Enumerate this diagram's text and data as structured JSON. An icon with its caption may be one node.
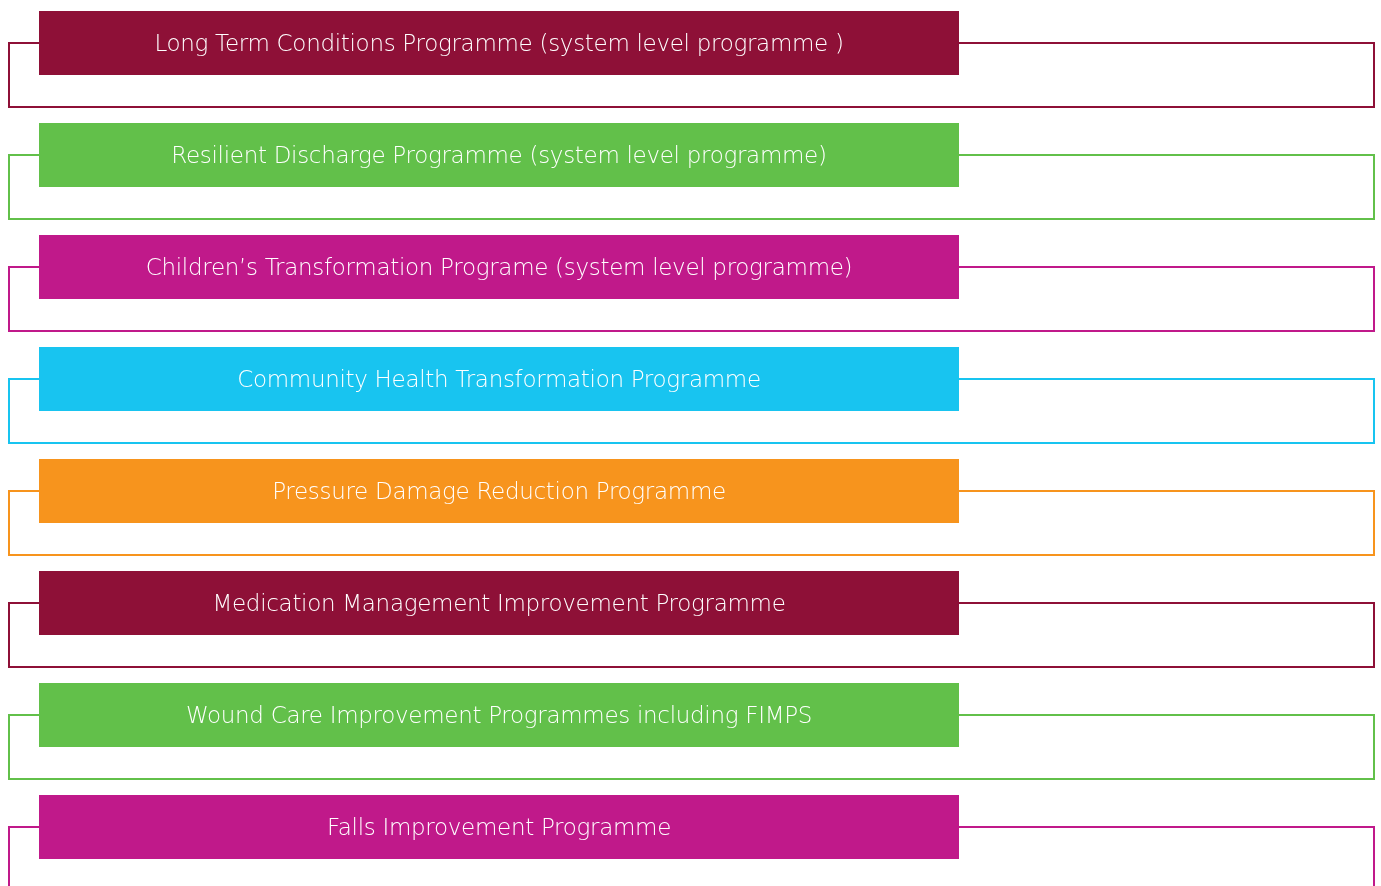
{
  "diagram": {
    "nodes": [
      {
        "text": [
          "Long Term Conditions Programme (system level programme )"
        ]
      },
      {
        "text": [
          "Resilient Discharge Programme (system level programme)"
        ]
      },
      {
        "text": [
          "Children’s Transformation Programe (system level programme)"
        ]
      },
      {
        "text": [
          "Community Health Transformation Programme"
        ]
      },
      {
        "text": [
          "Pressure Damage Reduction Programme"
        ]
      },
      {
        "text": [
          "Medication Management Improvement Programme"
        ]
      },
      {
        "text": [
          "Wound Care Improvement Programmes including FIMPS"
        ]
      },
      {
        "text": [
          "Falls Improvement Programme"
        ]
      }
    ]
  }
}
